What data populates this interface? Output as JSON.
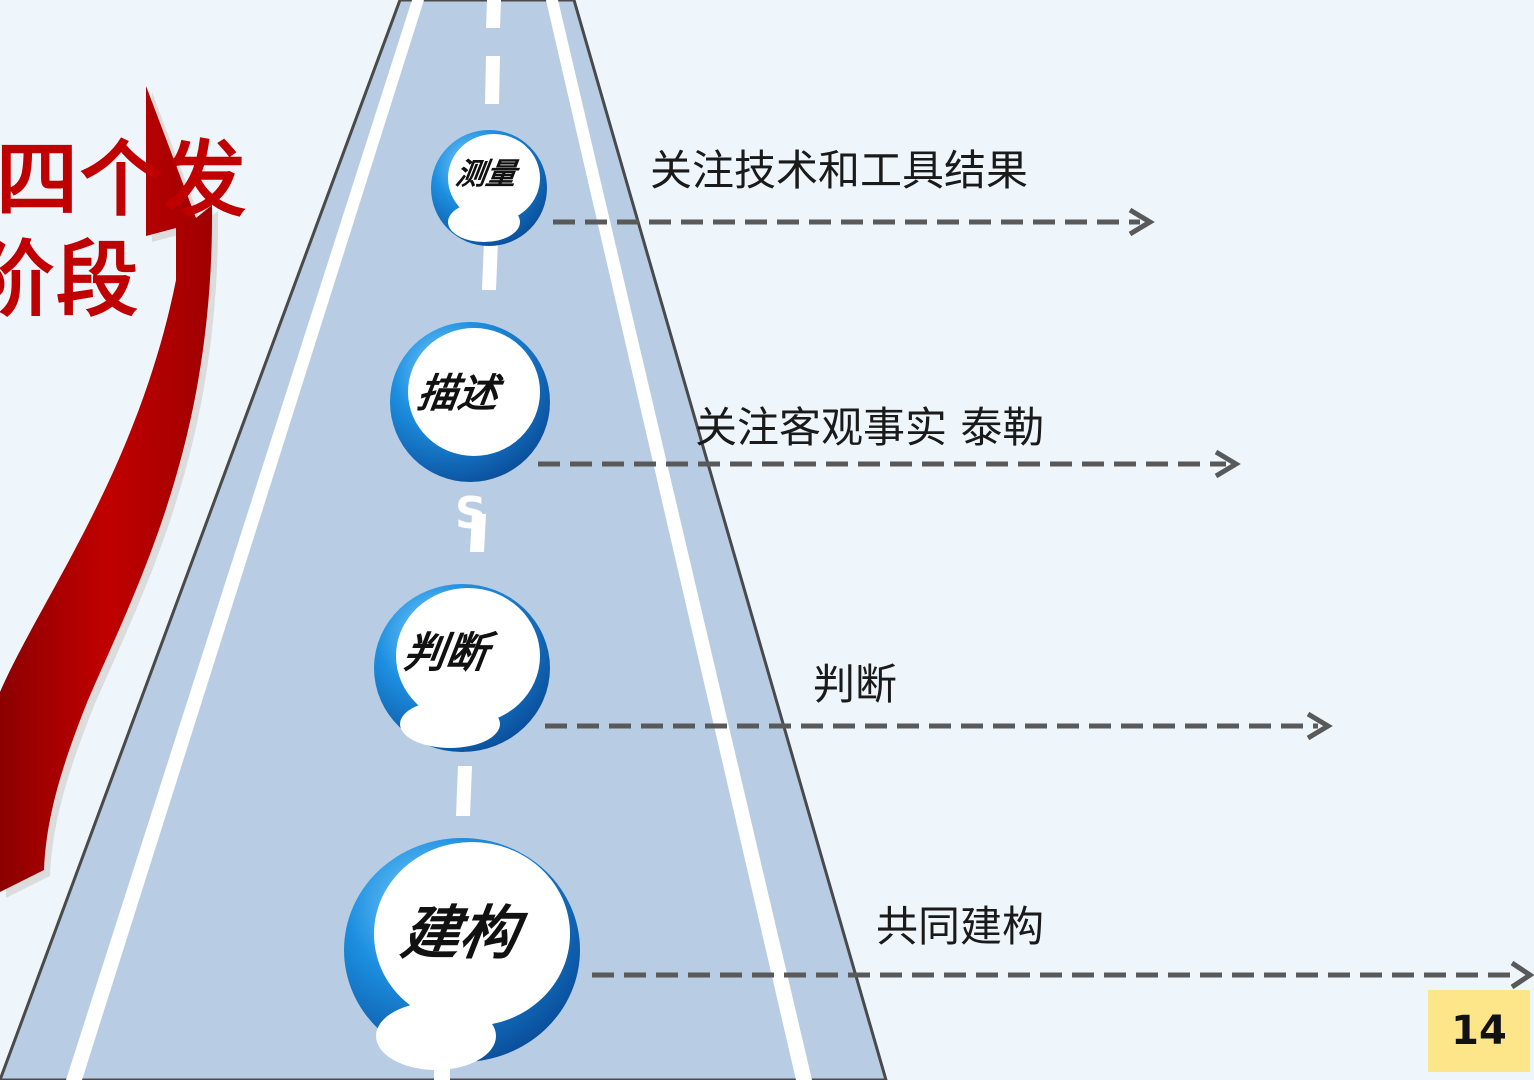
{
  "title": {
    "line1": "四个发",
    "line2": "阶段"
  },
  "road_mark": "S",
  "stages": [
    {
      "label": "测量",
      "description": "关注技术和工具结果"
    },
    {
      "label": "描述",
      "description": "关注客观事实  泰勒"
    },
    {
      "label": "判断",
      "description": "判断"
    },
    {
      "label": "建构",
      "description": "共同建构"
    }
  ],
  "page_number": "14",
  "colors": {
    "background": "#eef6fc",
    "road": "#b8cde4",
    "arrow_red": "#c00000",
    "bubble_blue": "#1b7fd0",
    "dashed_arrow": "#595959",
    "page_badge": "#fde68a"
  },
  "icons": {
    "arrow": "red-curved-arrow-icon",
    "road": "road-illustration",
    "connectors": "dashed-arrow-icon"
  }
}
